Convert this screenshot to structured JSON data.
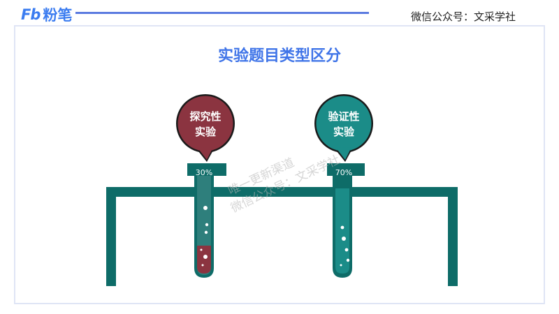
{
  "header": {
    "logo_text": "粉笔",
    "logo_mark": "Fb",
    "account": "微信公众号：文采学社",
    "accent": "#3b7cf0"
  },
  "slide": {
    "title": "实验题目类型区分"
  },
  "tubes": [
    {
      "line1": "探究性",
      "line2": "实验",
      "percent_label": "30%",
      "percent": 30,
      "color": "#8b3440"
    },
    {
      "line1": "验证性",
      "line2": "实验",
      "percent_label": "70%",
      "percent": 70,
      "color": "#1b8c88"
    }
  ],
  "watermark": {
    "line1": "唯一更新渠道",
    "line2": "微信公众号：文采学社"
  },
  "colors": {
    "rack": "#0e6c68",
    "tube_glass": "#e9f3f3",
    "title": "#3f74e8"
  }
}
